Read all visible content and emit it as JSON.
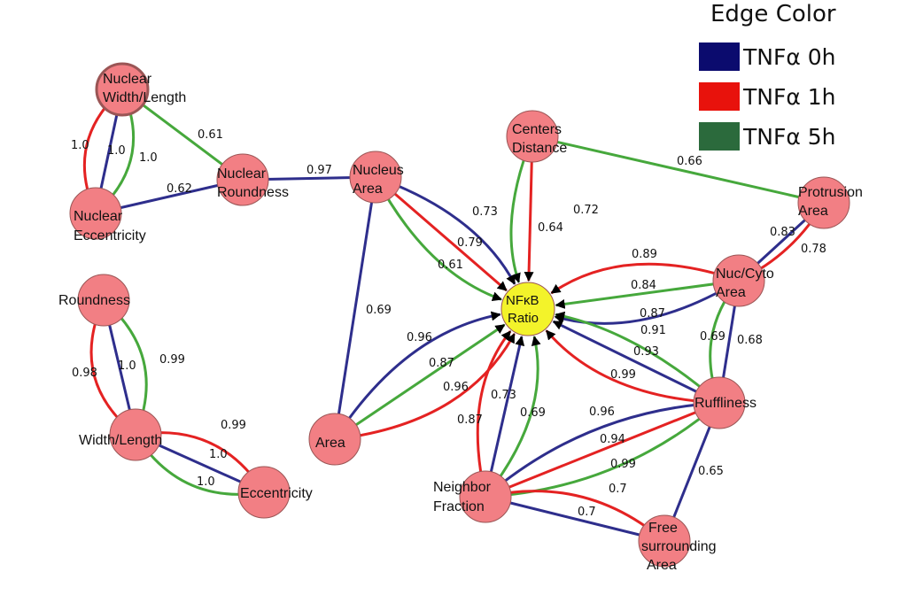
{
  "legend": {
    "title": "Edge Color",
    "items": [
      {
        "label": "TNFα 0h",
        "color": "#0b0b6e"
      },
      {
        "label": "TNFα 1h",
        "color": "#e8120c"
      },
      {
        "label": "TNFα 5h",
        "color": "#2b6a3c"
      }
    ]
  },
  "node_colors": {
    "node": "#f27f84",
    "hub": "#f3f32a",
    "stroke": "#9a5555"
  },
  "edge_colors": {
    "h0": "#2e2e8c",
    "h1": "#e42222",
    "h5": "#46a83c"
  },
  "nodes": [
    {
      "id": "nwl",
      "lines": [
        "Nuclear",
        "Width/Length"
      ]
    },
    {
      "id": "nr",
      "lines": [
        "Nuclear",
        "Roundness"
      ]
    },
    {
      "id": "ne",
      "lines": [
        "Nuclear",
        "Eccentricity"
      ]
    },
    {
      "id": "na",
      "lines": [
        "Nucleus",
        "Area"
      ]
    },
    {
      "id": "cd",
      "lines": [
        "Centers",
        "Distance"
      ]
    },
    {
      "id": "pa",
      "lines": [
        "Protrusion",
        "Area"
      ]
    },
    {
      "id": "nca",
      "lines": [
        "Nuc/Cyto",
        "Area"
      ]
    },
    {
      "id": "nfkb",
      "lines": [
        "NFκB",
        "Ratio"
      ]
    },
    {
      "id": "rnd",
      "lines": [
        "Roundness"
      ]
    },
    {
      "id": "wl",
      "lines": [
        "Width/Length"
      ]
    },
    {
      "id": "ecc",
      "lines": [
        "Eccentricity"
      ]
    },
    {
      "id": "area",
      "lines": [
        "Area"
      ]
    },
    {
      "id": "ruf",
      "lines": [
        "Ruffliness"
      ]
    },
    {
      "id": "nf",
      "lines": [
        "Neighbor",
        "Fraction"
      ]
    },
    {
      "id": "fsa",
      "lines": [
        "Free",
        "surrounding",
        "Area"
      ]
    }
  ],
  "edges": [
    {
      "from": "nwl",
      "to": "ne",
      "time": "h5",
      "weight": "1.0"
    },
    {
      "from": "nwl",
      "to": "ne",
      "time": "h0",
      "weight": "1.0"
    },
    {
      "from": "nwl",
      "to": "ne",
      "time": "h1",
      "weight": "1.0"
    },
    {
      "from": "nwl",
      "to": "nr",
      "time": "h5",
      "weight": "0.61"
    },
    {
      "from": "ne",
      "to": "nr",
      "time": "h0",
      "weight": "0.62"
    },
    {
      "from": "nr",
      "to": "na",
      "time": "h0",
      "weight": "0.97"
    },
    {
      "from": "na",
      "to": "nfkb",
      "time": "h5",
      "weight": "0.73"
    },
    {
      "from": "na",
      "to": "nfkb",
      "time": "h1",
      "weight": "0.79"
    },
    {
      "from": "na",
      "to": "nfkb",
      "time": "h0",
      "weight": "0.61"
    },
    {
      "from": "na",
      "to": "area",
      "time": "h0",
      "weight": "0.69"
    },
    {
      "from": "cd",
      "to": "nfkb",
      "time": "h1",
      "weight": "0.64"
    },
    {
      "from": "cd",
      "to": "nfkb",
      "time": "h5",
      "weight": "0.72"
    },
    {
      "from": "cd",
      "to": "pa",
      "time": "h5",
      "weight": "0.66"
    },
    {
      "from": "pa",
      "to": "nca",
      "time": "h0",
      "weight": "0.83"
    },
    {
      "from": "pa",
      "to": "nca",
      "time": "h1",
      "weight": "0.78"
    },
    {
      "from": "nca",
      "to": "nfkb",
      "time": "h1",
      "weight": "0.89"
    },
    {
      "from": "nca",
      "to": "nfkb",
      "time": "h5",
      "weight": "0.84"
    },
    {
      "from": "nca",
      "to": "nfkb",
      "time": "h0",
      "weight": "0.87"
    },
    {
      "from": "nca",
      "to": "ruf",
      "time": "h5",
      "weight": "0.69"
    },
    {
      "from": "nca",
      "to": "ruf",
      "time": "h0",
      "weight": "0.68"
    },
    {
      "from": "ruf",
      "to": "nfkb",
      "time": "h5",
      "weight": "0.91"
    },
    {
      "from": "ruf",
      "to": "nfkb",
      "time": "h0",
      "weight": "0.93"
    },
    {
      "from": "ruf",
      "to": "nfkb",
      "time": "h1",
      "weight": "0.99"
    },
    {
      "from": "ruf",
      "to": "nf",
      "time": "h0",
      "weight": "0.96"
    },
    {
      "from": "ruf",
      "to": "nf",
      "time": "h1",
      "weight": "0.94"
    },
    {
      "from": "ruf",
      "to": "nf",
      "time": "h5",
      "weight": "0.99"
    },
    {
      "from": "ruf",
      "to": "fsa",
      "time": "h0",
      "weight": "0.65"
    },
    {
      "from": "area",
      "to": "nfkb",
      "time": "h1",
      "weight": "0.96"
    },
    {
      "from": "area",
      "to": "nfkb",
      "time": "h5",
      "weight": "0.87"
    },
    {
      "from": "area",
      "to": "nfkb",
      "time": "h0",
      "weight": "0.96"
    },
    {
      "from": "nf",
      "to": "nfkb",
      "time": "h5",
      "weight": "0.87"
    },
    {
      "from": "nf",
      "to": "nfkb",
      "time": "h0",
      "weight": "0.73"
    },
    {
      "from": "nf",
      "to": "nfkb",
      "time": "h1",
      "weight": "0.69"
    },
    {
      "from": "fsa",
      "to": "nf",
      "time": "h1",
      "weight": "0.7"
    },
    {
      "from": "nf",
      "to": "fsa",
      "time": "h0",
      "weight": "0.7"
    },
    {
      "from": "rnd",
      "to": "wl",
      "time": "h5",
      "weight": "0.98"
    },
    {
      "from": "rnd",
      "to": "wl",
      "time": "h0",
      "weight": "1.0"
    },
    {
      "from": "rnd",
      "to": "wl",
      "time": "h1",
      "weight": "0.99"
    },
    {
      "from": "wl",
      "to": "ecc",
      "time": "h1",
      "weight": "0.99"
    },
    {
      "from": "wl",
      "to": "ecc",
      "time": "h0",
      "weight": "1.0"
    },
    {
      "from": "wl",
      "to": "ecc",
      "time": "h5",
      "weight": "1.0"
    }
  ]
}
